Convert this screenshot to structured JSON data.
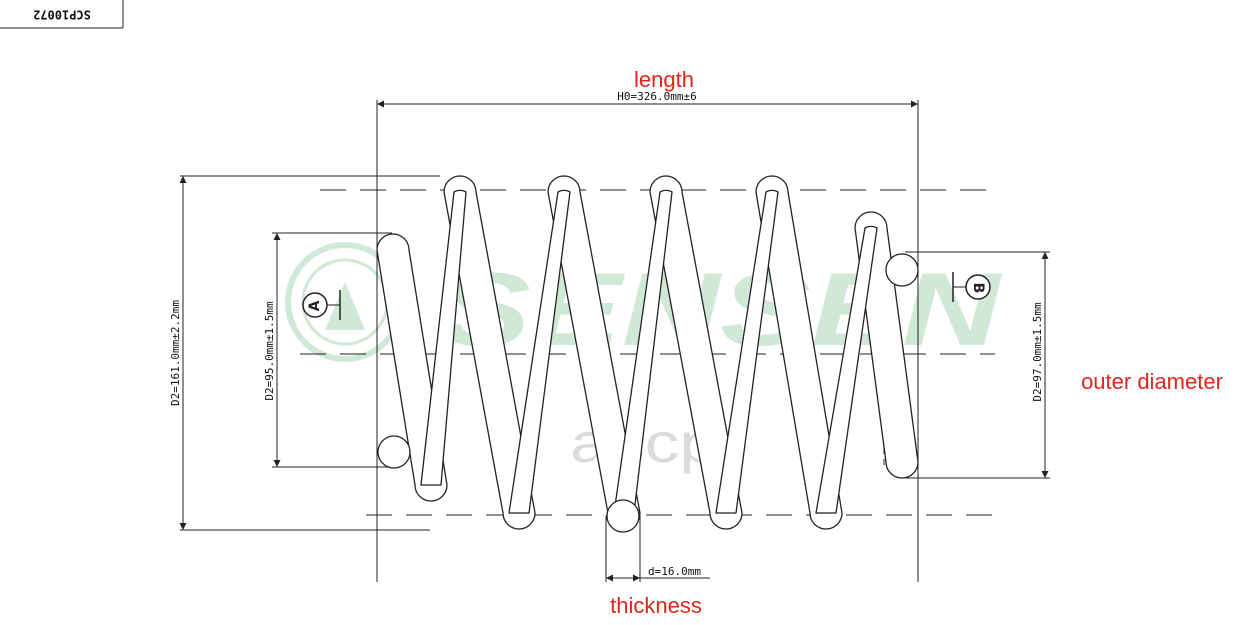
{
  "part_number": "SCP10072",
  "dimensions": {
    "length_value": "H0=326.0mm±6",
    "outer_diameter": "D2=161.0mm±2.2mm",
    "inner_end_a": "D2=95.0mm±1.5mm",
    "inner_end_b": "D2=97.0mm±1.5mm",
    "wire_diameter": "d=16.0mm"
  },
  "markers": {
    "end_a": "A",
    "end_b": "B"
  },
  "annotations": {
    "length": "length",
    "outer_diameter": "outer diameter",
    "thickness": "thickness"
  },
  "watermarks": {
    "brand": "SENSEN",
    "site": "авср"
  },
  "colors": {
    "annotation": "#e1251b",
    "line": "#222222",
    "watermark": "#2e9a4a"
  }
}
